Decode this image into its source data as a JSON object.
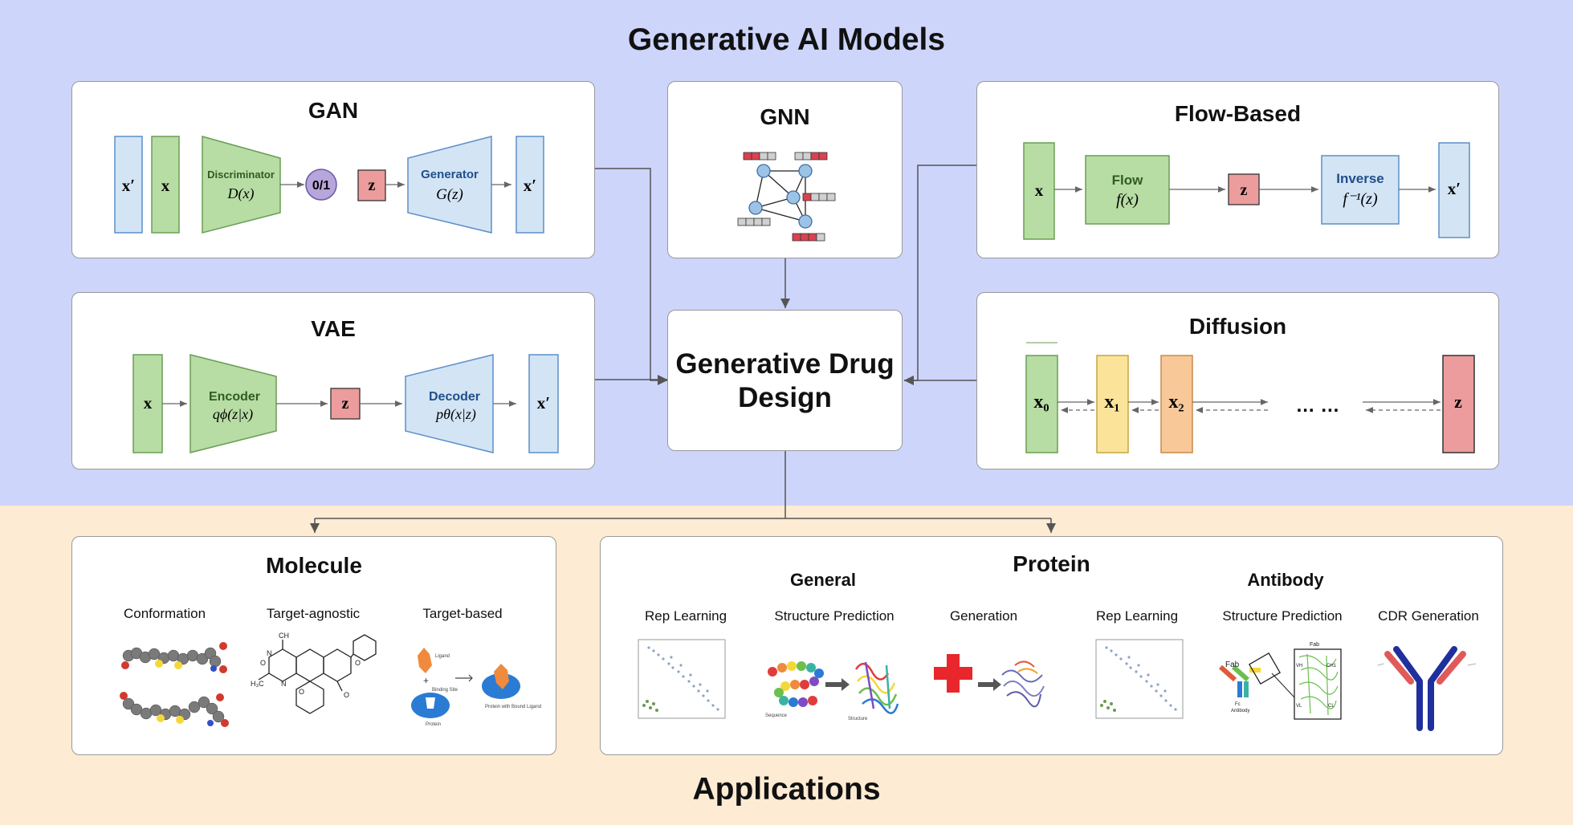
{
  "title": "Generative AI Models",
  "footer_title": "Applications",
  "center": {
    "line1": "Generative Drug",
    "line2": "Design"
  },
  "gan": {
    "title": "GAN",
    "x_prime": "x′",
    "x": "x",
    "discriminator_label": "Discriminator",
    "discriminator_formula": "D(x)",
    "output": "0/1",
    "z": "z",
    "generator_label": "Generator",
    "generator_formula": "G(z)",
    "x_prime_out": "x′"
  },
  "vae": {
    "title": "VAE",
    "x": "x",
    "encoder_label": "Encoder",
    "encoder_formula": "qϕ(z|x)",
    "z": "z",
    "decoder_label": "Decoder",
    "decoder_formula": "pθ(x|z)",
    "x_prime": "x′"
  },
  "gnn": {
    "title": "GNN"
  },
  "flow": {
    "title": "Flow-Based",
    "x": "x",
    "flow_label": "Flow",
    "flow_formula": "f(x)",
    "z": "z",
    "inverse_label": "Inverse",
    "inverse_formula": "f⁻¹(z)",
    "x_prime": "x′"
  },
  "diffusion": {
    "title": "Diffusion",
    "x0": "x₀",
    "x1": "x₁",
    "x2": "x₂",
    "dots": "… …",
    "z": "z"
  },
  "molecule": {
    "title": "Molecule",
    "items": [
      "Conformation",
      "Target-agnostic",
      "Target-based"
    ],
    "target_based_labels": [
      "Ligand",
      "Binding Site",
      "Protein",
      "Protein with Bound Ligand"
    ]
  },
  "protein": {
    "title": "Protein",
    "general_label": "General",
    "antibody_label": "Antibody",
    "items": [
      "Rep Learning",
      "Structure Prediction",
      "Generation",
      "Rep Learning",
      "Structure Prediction",
      "CDR Generation"
    ],
    "sp_labels": [
      "Sequence",
      "Structure"
    ],
    "ab_labels": [
      "Fab",
      "Fab",
      "Fc",
      "Antibody",
      "VH",
      "CH1",
      "VL",
      "CL"
    ]
  },
  "colors": {
    "top_bg": "#cdd5fb",
    "bottom_bg": "#fdebd3",
    "green_fill": "#b7dca4",
    "green_stroke": "#6a9e55",
    "blue_fill": "#d3e4f5",
    "blue_stroke": "#5d8fc9",
    "red_fill": "#ec9c9c",
    "purple_fill": "#b6a6dc",
    "yellow_fill": "#fbe49a",
    "orange_fill": "#f8c898"
  }
}
